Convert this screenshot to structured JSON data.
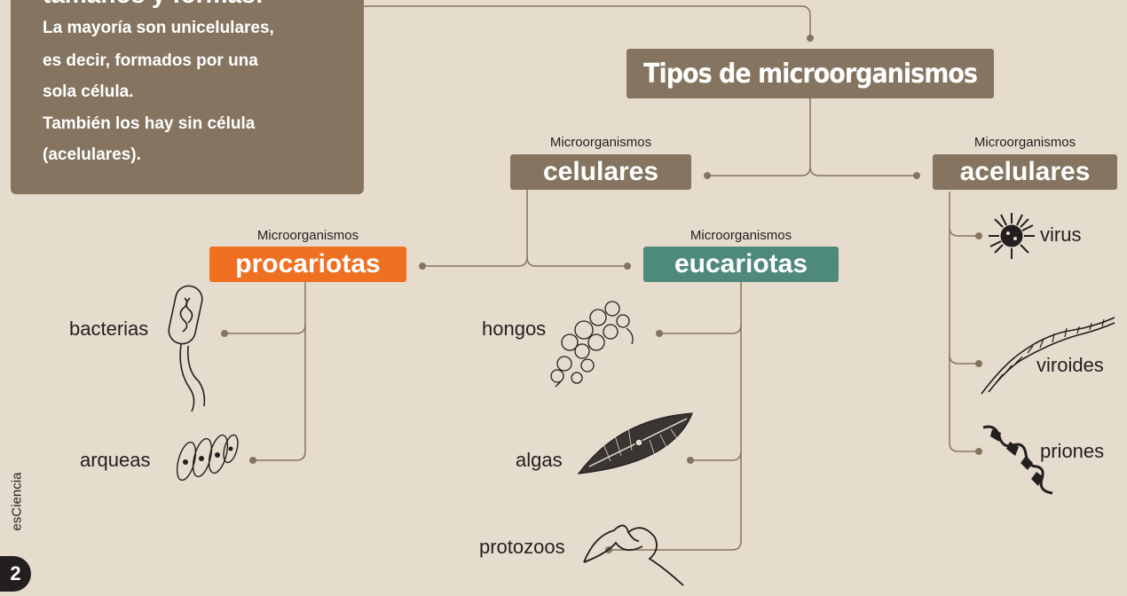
{
  "info_box": {
    "heading": "tamaños y formas:",
    "lines": [
      "La mayoría son unicelulares,",
      "es decir, formados por una",
      "sola célula.",
      "También los hay sin célula",
      "(acelulares)."
    ]
  },
  "diagram": {
    "title": "Tipos de microorganismos",
    "celulares": {
      "prefix": "Microorganismos",
      "label": "celulares"
    },
    "acelulares": {
      "prefix": "Microorganismos",
      "label": "acelulares"
    },
    "procariotas": {
      "prefix": "Microorganismos",
      "label": "procariotas"
    },
    "eucariotas": {
      "prefix": "Microorganismos",
      "label": "eucariotas"
    },
    "leaves": {
      "bacterias": "bacterias",
      "arqueas": "arqueas",
      "hongos": "hongos",
      "algas": "algas",
      "protozoos": "protozoos",
      "virus": "virus",
      "viroides": "viroides",
      "priones": "priones"
    }
  },
  "colors": {
    "box_brown": "#857560",
    "procariotas_orange": "#f07022",
    "eucariotas_teal": "#4e8a7c",
    "connector": "#857560",
    "background": "#e6dccd"
  },
  "footer": {
    "brand": "esCiencia",
    "page_number": "2"
  }
}
